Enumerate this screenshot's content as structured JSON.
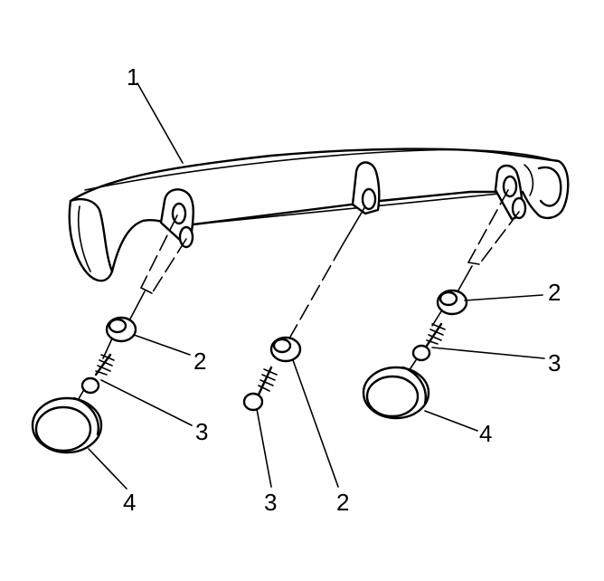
{
  "callouts": {
    "spoiler": "1",
    "washer_left": "2",
    "washer_center": "2",
    "washer_right": "2",
    "bolt_left": "3",
    "bolt_center": "3",
    "bolt_right": "3",
    "cap_left": "4",
    "cap_right": "4"
  }
}
